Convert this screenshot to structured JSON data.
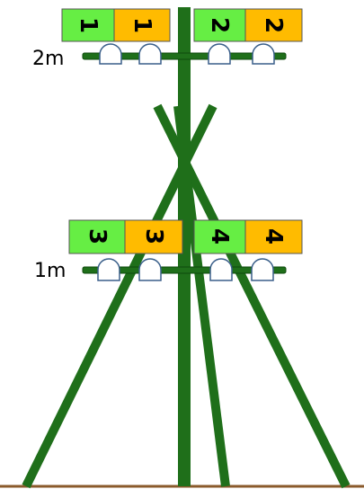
{
  "colors": {
    "pole": "#1f6f1a",
    "pole_edge": "#0e4a0c",
    "ground": "#8a5a2b",
    "label_green": "#66ee44",
    "label_orange": "#ffbb00",
    "label_edge": "#555555",
    "insulator_fill": "#ffffff",
    "insulator_edge": "#3a5f8a",
    "text": "#000000"
  },
  "icons": {
    "pole": "vertical-pole",
    "crossarm": "horizontal-crossarm",
    "insulator": "insulator-cap",
    "brace": "diagonal-brace",
    "ground": "ground-line"
  },
  "heights": {
    "upper": "2m",
    "lower": "1m"
  },
  "labels": {
    "upper": [
      "1",
      "1",
      "2",
      "2"
    ],
    "lower": [
      "3",
      "3",
      "4",
      "4"
    ]
  }
}
